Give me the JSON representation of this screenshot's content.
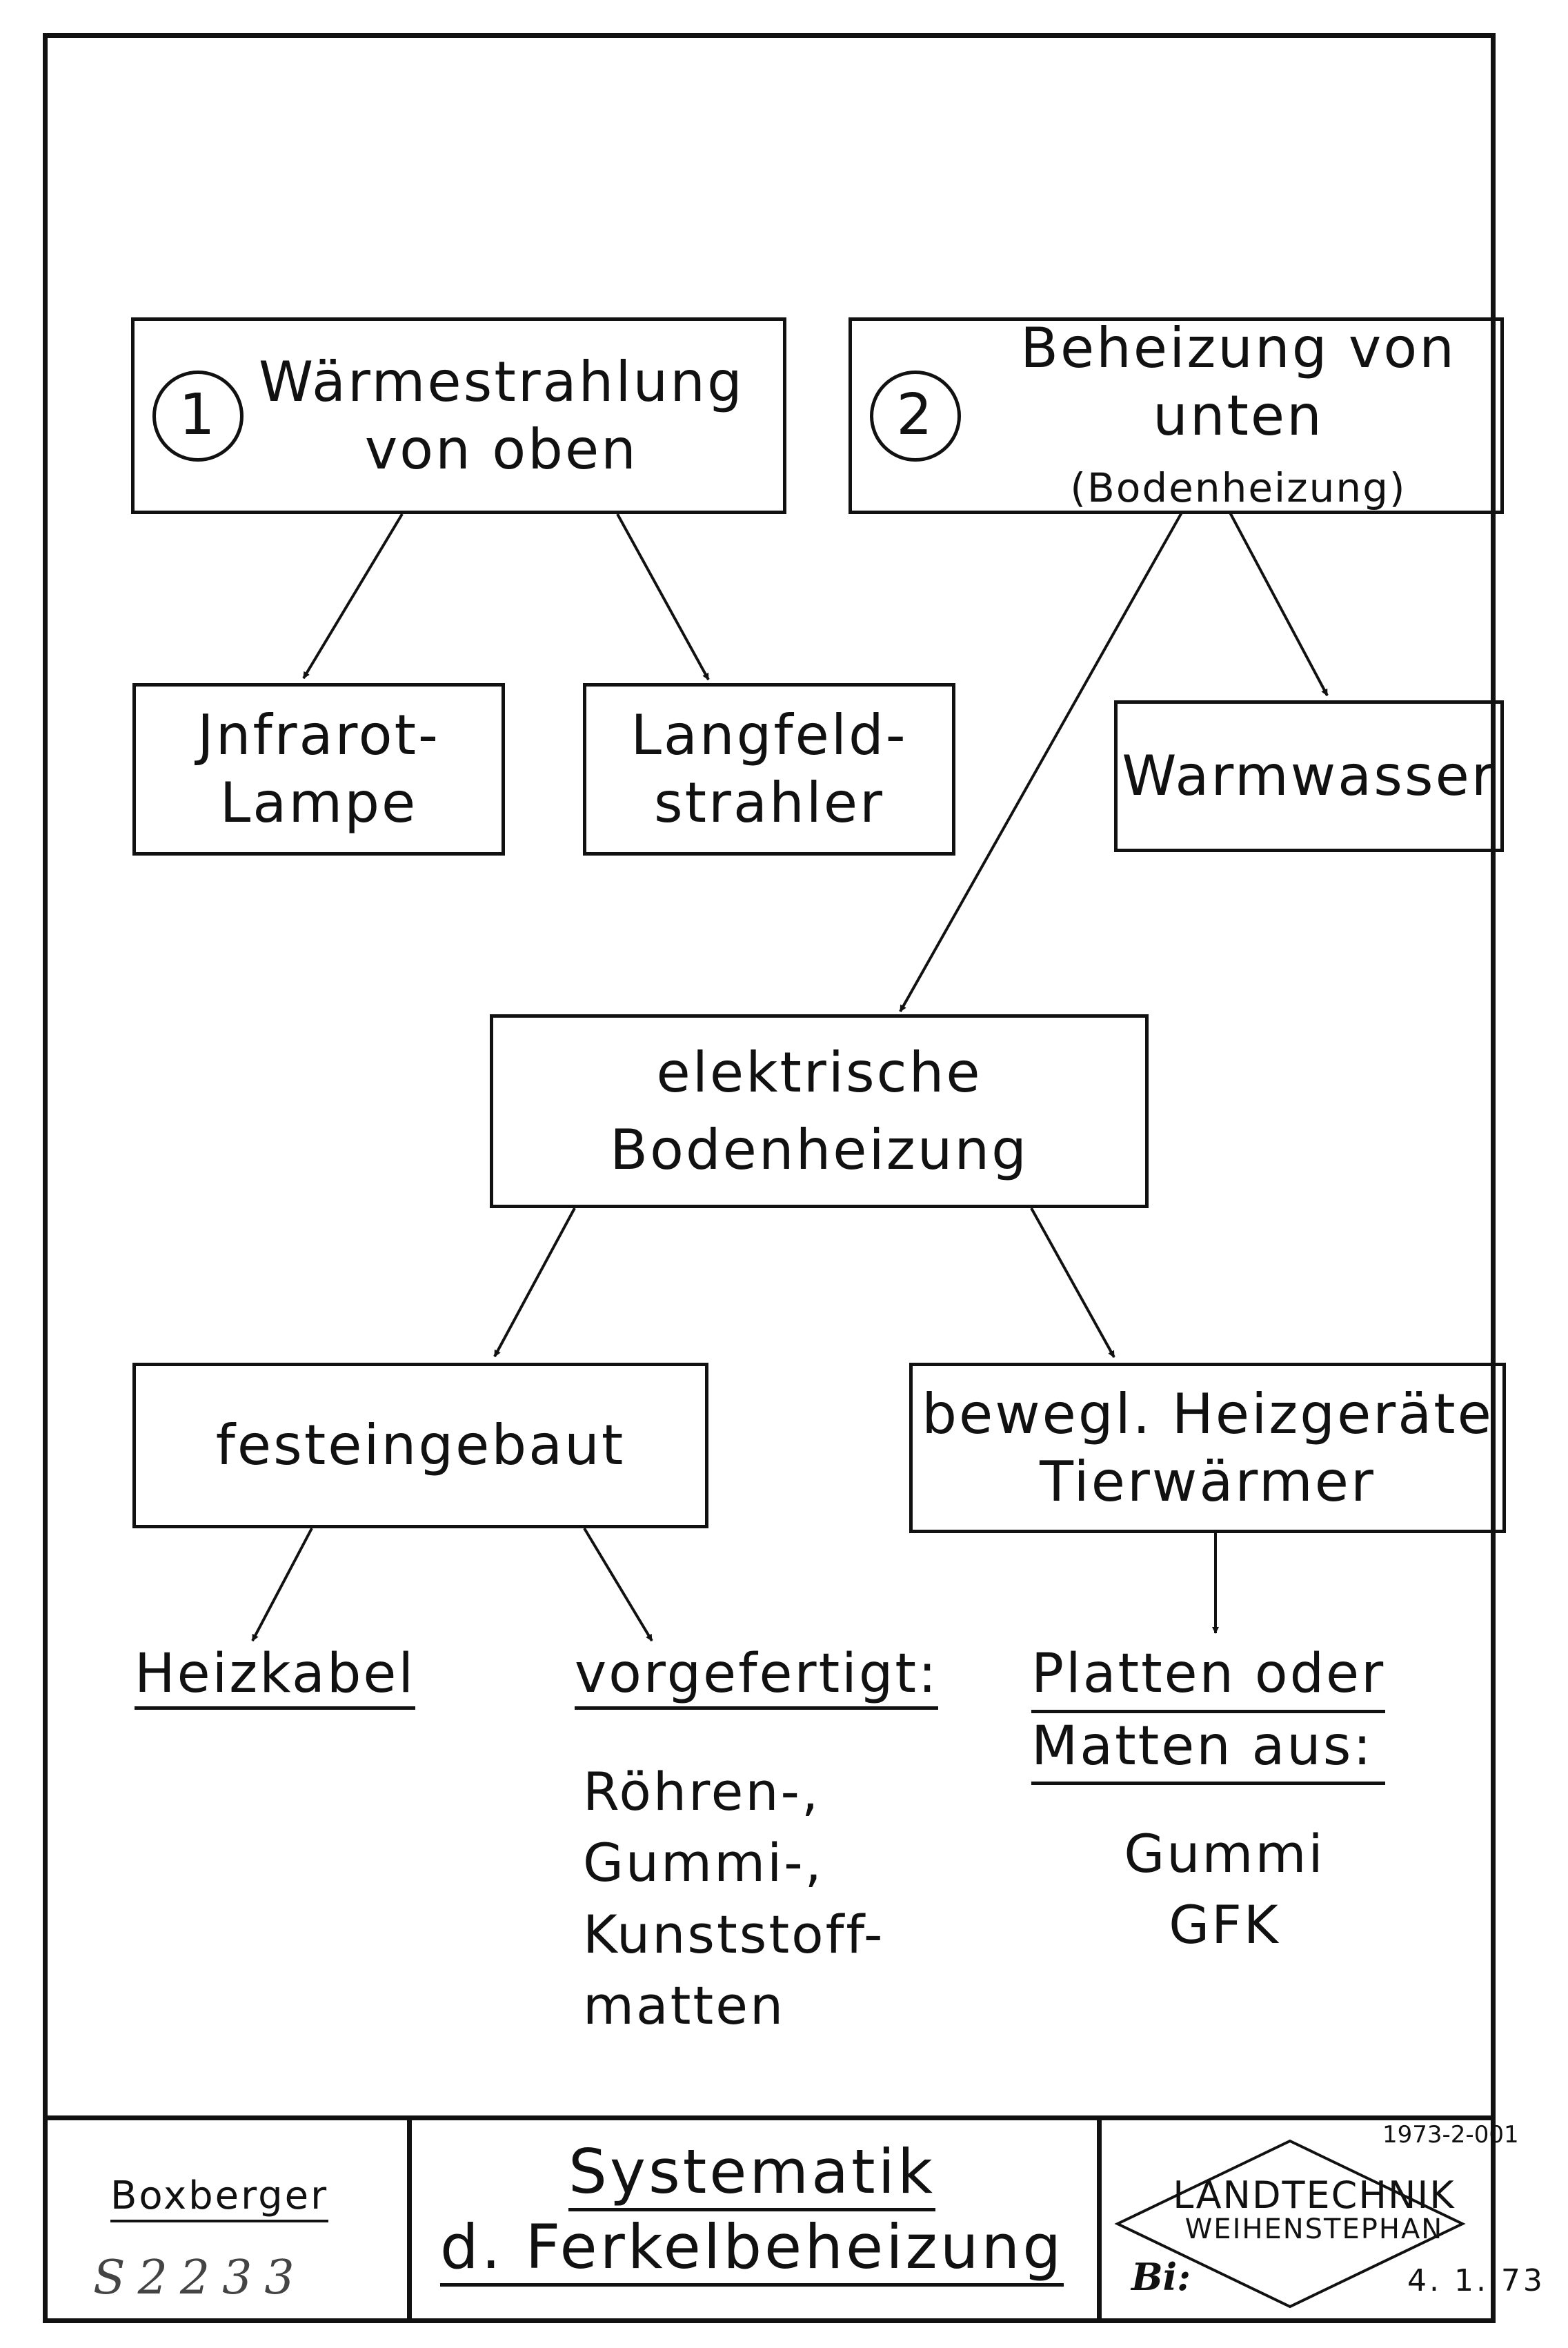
{
  "diagram": {
    "box1": {
      "number": "1",
      "line1": "Wärmestrahlung",
      "line2": "von oben"
    },
    "box2": {
      "number": "2",
      "line1": "Beheizung von",
      "line2a": "unten",
      "line2b": "(Bodenheizung)"
    },
    "infrarot": {
      "line1": "Jnfrarot-",
      "line2": "Lampe"
    },
    "langfeld": {
      "line1": "Langfeld-",
      "line2": "strahler"
    },
    "warmwasser": {
      "label": "Warmwasser"
    },
    "elektrisch": {
      "line1": "elektrische",
      "line2": "Bodenheizung"
    },
    "festeingebaut": {
      "label": "festeingebaut"
    },
    "beweglich": {
      "line1": "bewegl. Heizgeräte",
      "line2": "Tierwärmer"
    },
    "heizkabel": {
      "label": "Heizkabel"
    },
    "vorgefertigt": {
      "label": "vorgefertigt:",
      "items": [
        "Röhren-,",
        "Gummi-,",
        "Kunststoff-",
        "matten"
      ]
    },
    "platten": {
      "line1": "Platten oder",
      "line2": "Matten aus:",
      "items": [
        "Gummi",
        "GFK"
      ]
    }
  },
  "title_block": {
    "author": "Boxberger",
    "handwritten_number": "S2233",
    "title_line1": "Systematik",
    "title_line2": "d. Ferkelbeheizung",
    "doc_number": "1973-2-001",
    "org_line1": "LANDTECHNIK",
    "org_line2": "WEIHENSTEPHAN",
    "signature": "Bi:",
    "date": "4. 1. 73"
  }
}
